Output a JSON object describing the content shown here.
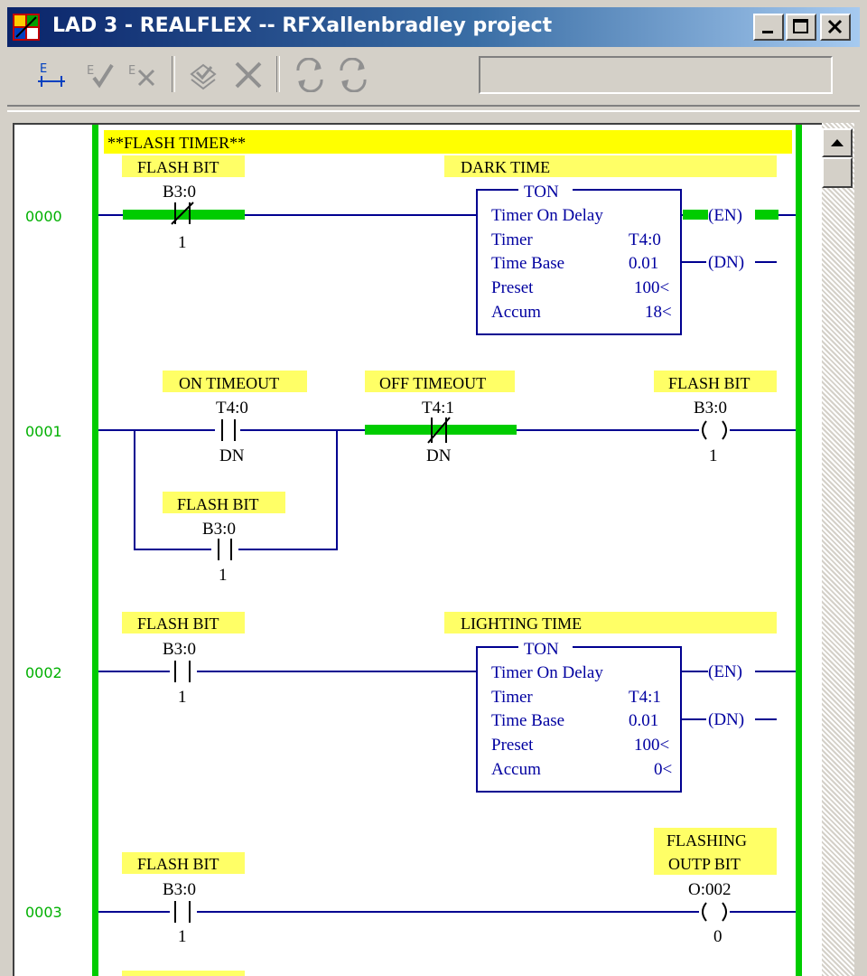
{
  "window": {
    "title": "LAD 3 - REALFLEX -- RFXallenbradley project"
  },
  "titlebar_buttons": [
    {
      "name": "minimize",
      "icon": "minimize-icon"
    },
    {
      "name": "maximize",
      "icon": "maximize-icon"
    },
    {
      "name": "close",
      "icon": "close-icon"
    }
  ],
  "toolbar": {
    "buttons": [
      {
        "name": "edit-rung",
        "icon": "edit-rung-icon"
      },
      {
        "name": "accept-rung",
        "icon": "accept-rung-icon"
      },
      {
        "name": "cancel-rung",
        "icon": "cancel-rung-icon"
      },
      {
        "name": "verify",
        "icon": "verify-icon"
      },
      {
        "name": "delete",
        "icon": "delete-icon"
      },
      {
        "name": "cycle-1",
        "icon": "cycle-icon"
      },
      {
        "name": "cycle-2",
        "icon": "cycle-icon"
      }
    ],
    "status_value": ""
  },
  "colors": {
    "rail": "#00cc00",
    "energized": "#00cc00",
    "label_bg": "#ffff66",
    "comment_bg": "#ffff00",
    "wire": "#000090",
    "rung_number": "#00b000"
  },
  "rungs": [
    {
      "number": "0000",
      "comment": "**FLASH TIMER**",
      "contact": {
        "label": "FLASH BIT",
        "address": "B3:0",
        "bit": "1",
        "type": "XIO",
        "energized": true
      },
      "timer": {
        "title": "DARK TIME",
        "instruction": "TON",
        "description": "Timer On Delay",
        "rows": [
          {
            "label": "Timer",
            "value": "T4:0"
          },
          {
            "label": "Time Base",
            "value": "0.01"
          },
          {
            "label": "Preset",
            "value": "100<"
          },
          {
            "label": "Accum",
            "value": "18<"
          }
        ],
        "en": "EN",
        "dn": "DN",
        "en_energized": true
      }
    },
    {
      "number": "0001",
      "contact1": {
        "label": "ON TIMEOUT",
        "address": "T4:0",
        "bit": "DN",
        "type": "XIC"
      },
      "contact2": {
        "label": "OFF TIMEOUT",
        "address": "T4:1",
        "bit": "DN",
        "type": "XIO",
        "energized": true
      },
      "branch_contact": {
        "label": "FLASH BIT",
        "address": "B3:0",
        "bit": "1",
        "type": "XIC"
      },
      "coil": {
        "label": "FLASH BIT",
        "address": "B3:0",
        "bit": "1"
      }
    },
    {
      "number": "0002",
      "contact": {
        "label": "FLASH BIT",
        "address": "B3:0",
        "bit": "1",
        "type": "XIC"
      },
      "timer": {
        "title": "LIGHTING TIME",
        "instruction": "TON",
        "description": "Timer On Delay",
        "rows": [
          {
            "label": "Timer",
            "value": "T4:1"
          },
          {
            "label": "Time Base",
            "value": "0.01"
          },
          {
            "label": "Preset",
            "value": "100<"
          },
          {
            "label": "Accum",
            "value": "0<"
          }
        ],
        "en": "EN",
        "dn": "DN"
      }
    },
    {
      "number": "0003",
      "contact": {
        "label": "FLASH BIT",
        "address": "B3:0",
        "bit": "1",
        "type": "XIC"
      },
      "coil": {
        "label_line1": "FLASHING",
        "label_line2": "OUTP BIT",
        "address": "O:002",
        "bit": "0"
      }
    }
  ]
}
